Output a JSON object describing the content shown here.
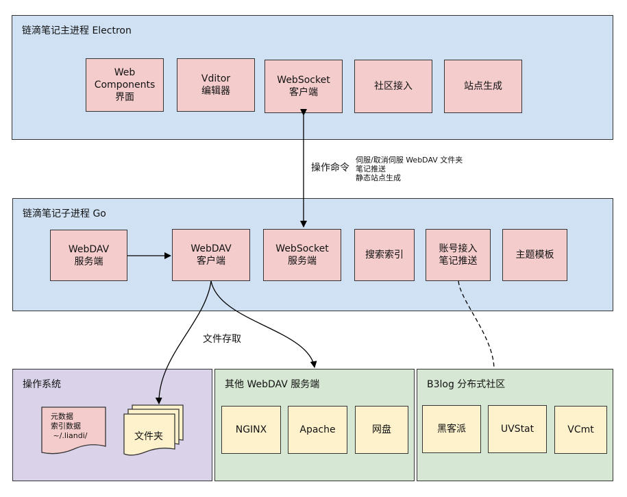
{
  "groups": {
    "electron": {
      "title": "链滴笔记主进程 Electron",
      "nodes": [
        {
          "lines": [
            "Web",
            "Components",
            "界面"
          ]
        },
        {
          "lines": [
            "Vditor",
            "编辑器"
          ]
        },
        {
          "lines": [
            "WebSocket",
            "客户端"
          ]
        },
        {
          "lines": [
            "社区接入"
          ]
        },
        {
          "lines": [
            "站点生成"
          ]
        }
      ]
    },
    "go": {
      "title": "链滴笔记子进程 Go",
      "nodes": [
        {
          "lines": [
            "WebDAV",
            "服务端"
          ]
        },
        {
          "lines": [
            "WebDAV",
            "客户端"
          ]
        },
        {
          "lines": [
            "WebSocket",
            "服务端"
          ]
        },
        {
          "lines": [
            "搜索索引"
          ]
        },
        {
          "lines": [
            "账号接入",
            "笔记推送"
          ]
        },
        {
          "lines": [
            "主题模板"
          ]
        }
      ]
    },
    "os": {
      "title": "操作系统",
      "metadata_doc": [
        "元数据",
        "索引数据",
        " ~/.liandi/"
      ],
      "folder": "文件夹"
    },
    "webdav": {
      "title": "其他 WebDAV 服务端",
      "nodes": [
        "NGINX",
        "Apache",
        "网盘"
      ]
    },
    "b3log": {
      "title": "B3log 分布式社区",
      "nodes": [
        "黑客派",
        "UVStat",
        "VCmt"
      ]
    }
  },
  "edges": {
    "ws_label": "操作命令",
    "ws_commands": [
      "伺服/取消伺服 WebDAV 文件夹",
      "笔记推送",
      "静态站点生成"
    ],
    "file_access_label": "文件存取"
  },
  "colors": {
    "blue_group": "#cfe1f2",
    "purple_group": "#d9d2e8",
    "green_group": "#d6e8d3",
    "pink_node": "#f4cccc",
    "yellow_node": "#fef2cd",
    "stroke": "#333333"
  }
}
